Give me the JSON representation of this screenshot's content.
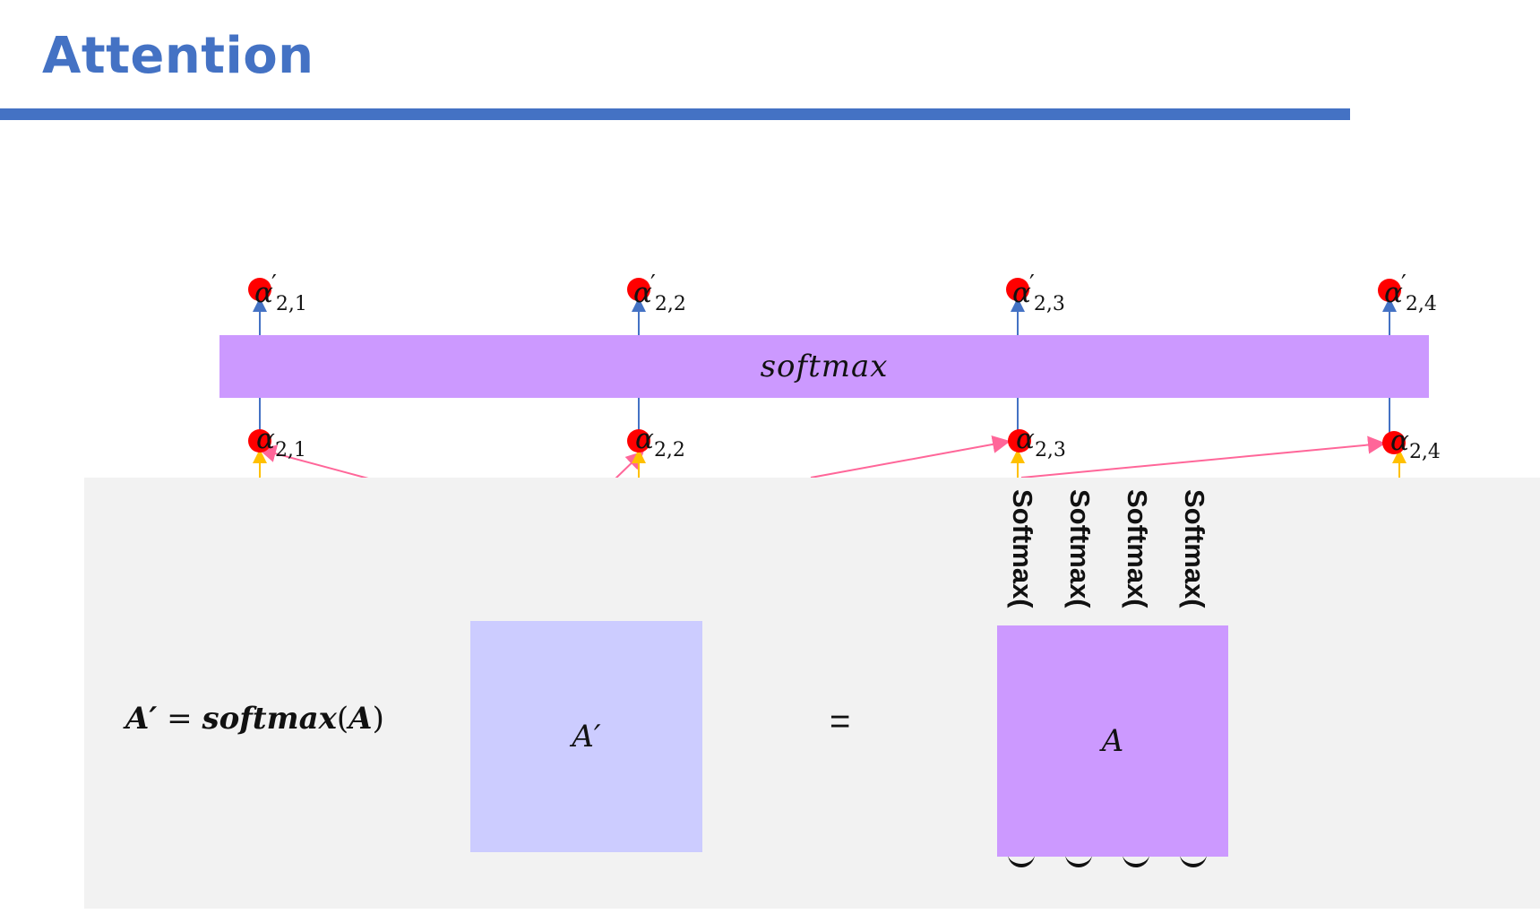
{
  "slide": {
    "title": "Attention",
    "softmax_label": "softmax",
    "alpha_symbol": "α",
    "prime_mark": "′",
    "top_subscripts": [
      "2,1",
      "2,2",
      "2,3",
      "2,4"
    ],
    "bottom_subscripts": [
      "2,1",
      "2,2",
      "2,3",
      "2,4"
    ],
    "equation": {
      "lhs": "A′",
      "equals": " = ",
      "func": "softmax",
      "open": "(",
      "arg": "A",
      "close": ")"
    },
    "matrix_aprime_label": "A′",
    "equals_sign": "=",
    "matrix_a_label": "A",
    "column_softmax_labels": [
      "Softmax(",
      "Softmax(",
      "Softmax(",
      "Softmax("
    ]
  },
  "colors": {
    "title": "#4472C4",
    "node": "#FF0000",
    "blue_arrow": "#4472C4",
    "pink_arrow": "#FF6699",
    "yellow_arrow": "#FFC000",
    "softmax_bar": "#CC99FF",
    "matrix_aprime": "#CCCCFF",
    "matrix_a": "#CC99FF",
    "panel": "#F2F2F2"
  }
}
